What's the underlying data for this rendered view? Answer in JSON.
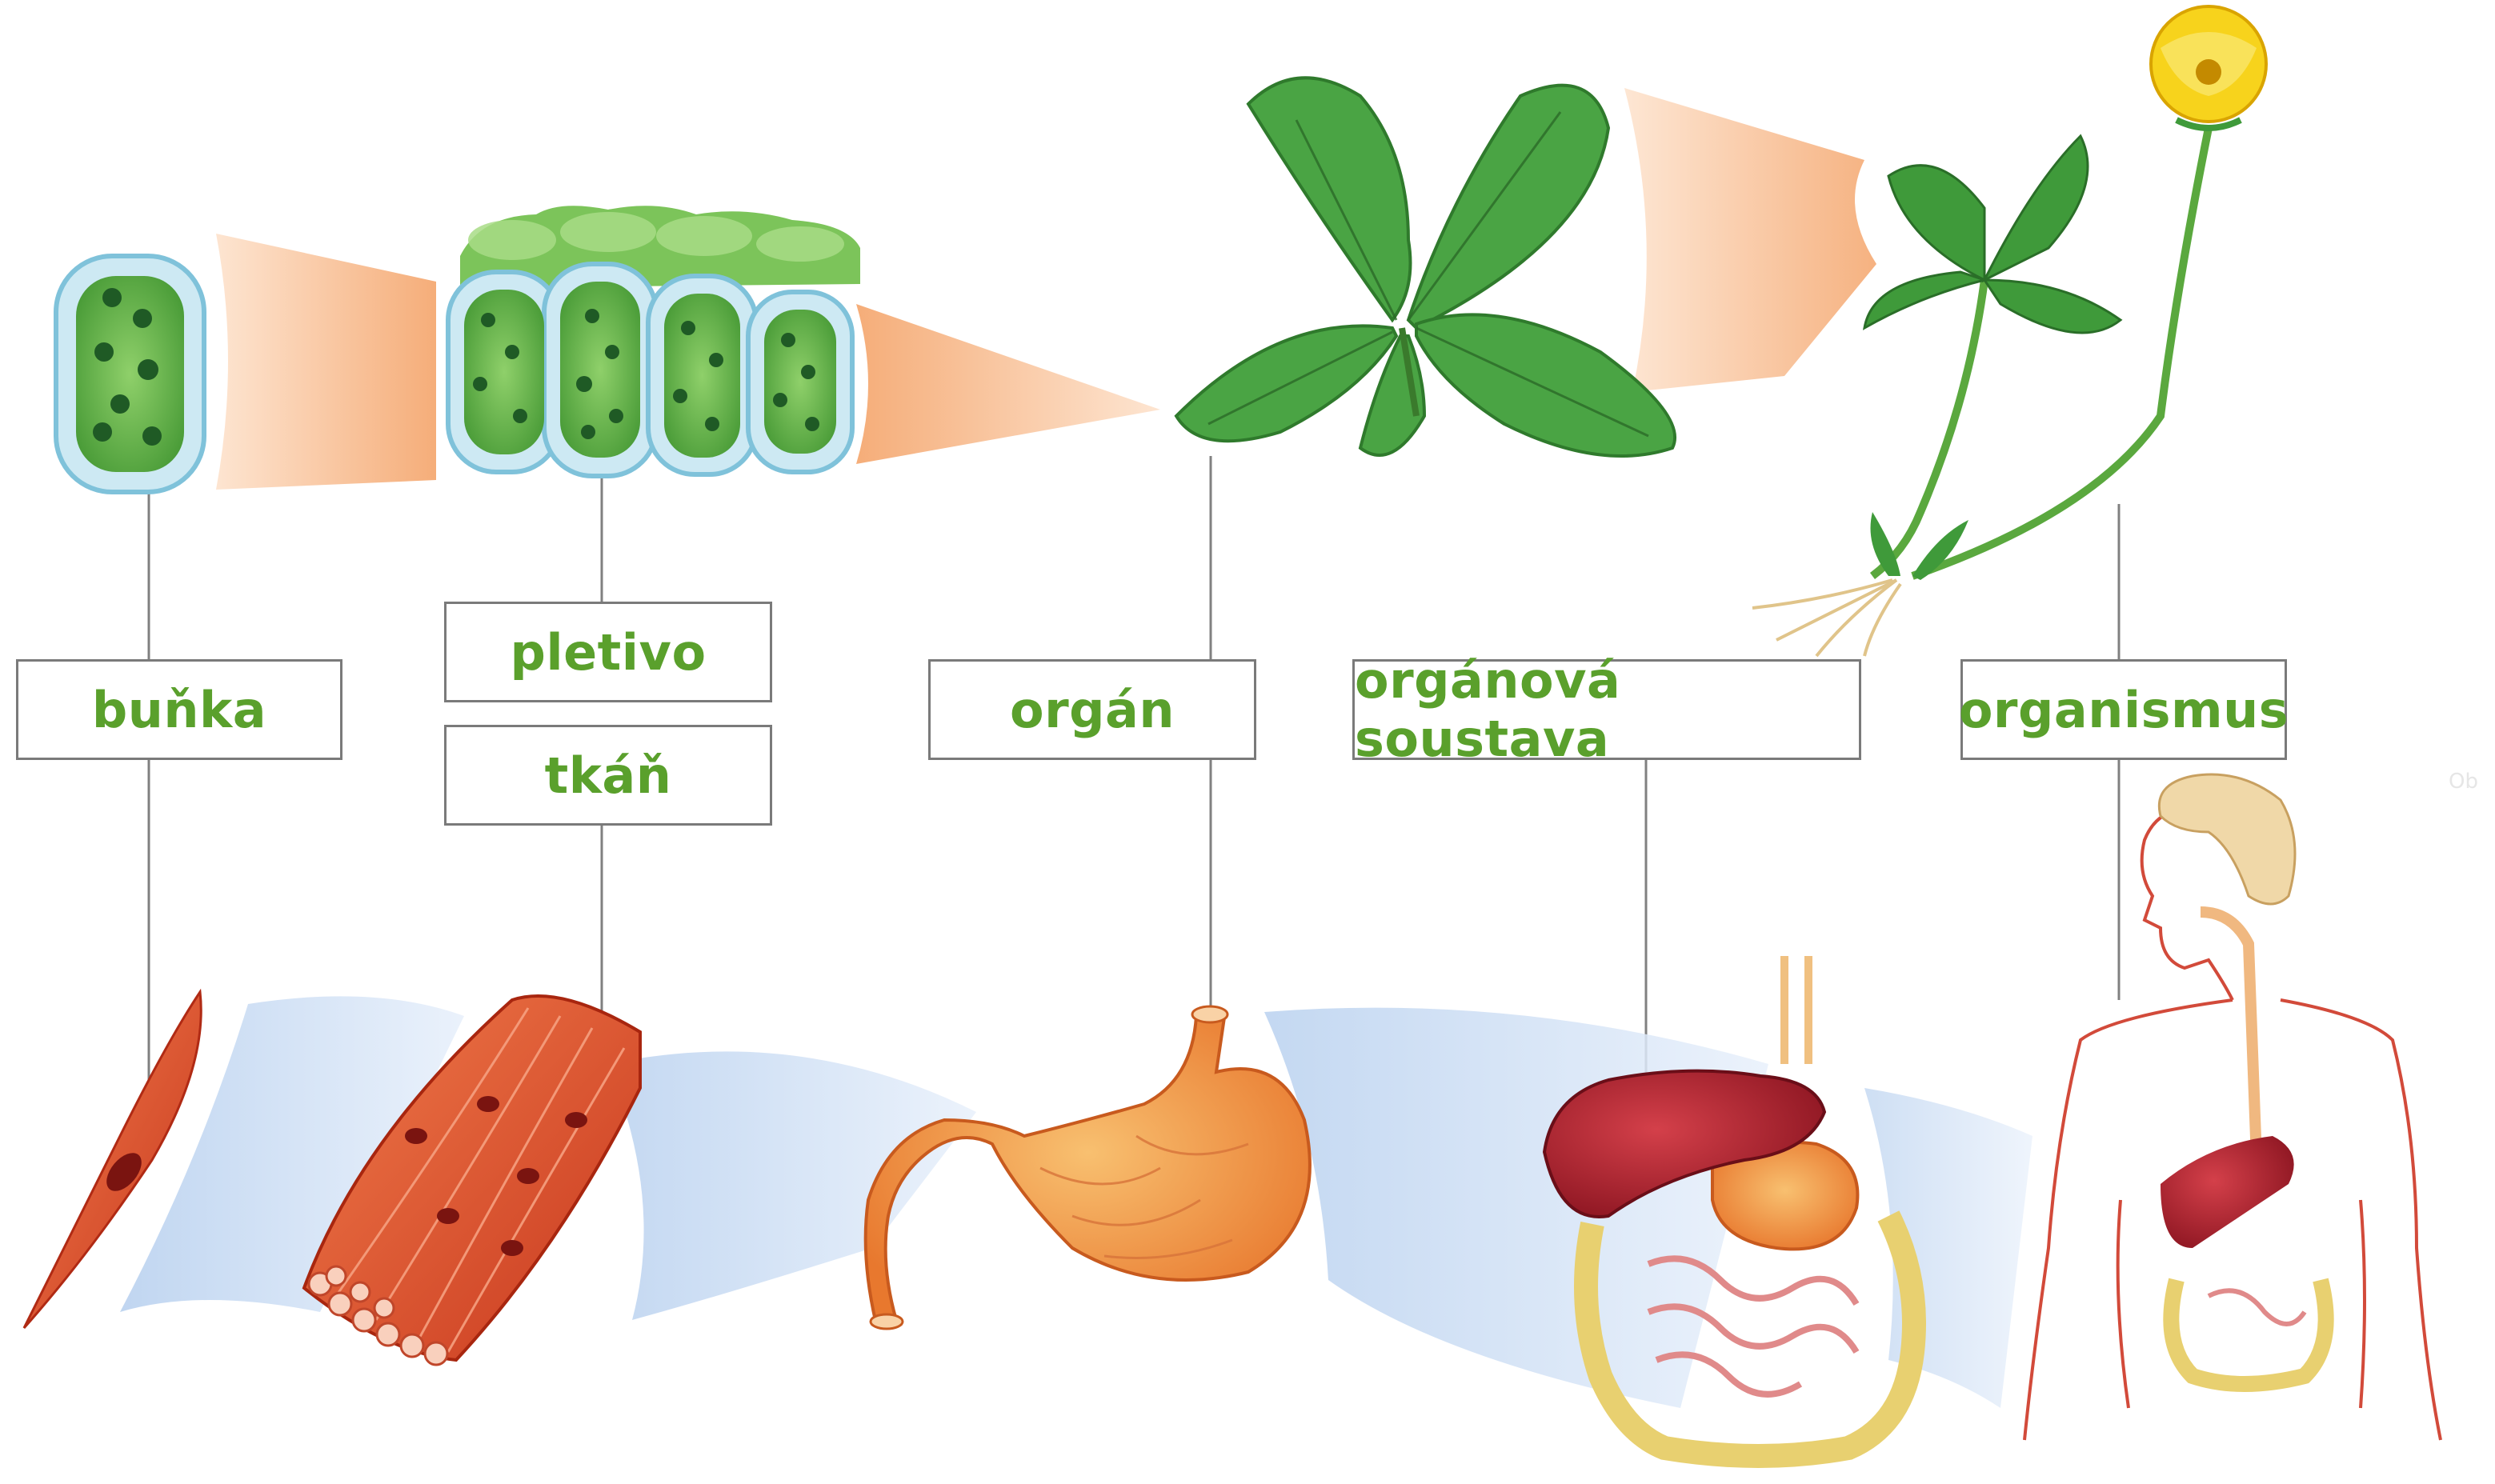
{
  "labels": {
    "bunka": "buňka",
    "pletivo": "pletivo",
    "tkan": "tkáň",
    "organ": "orgán",
    "organova_soustava": "orgánová soustava",
    "organismus": "organismus"
  },
  "faint_text": "Ob",
  "colors": {
    "label_text": "#5aa02c",
    "connector": "#808080",
    "plant_arrow": "#f6b27e",
    "animal_arrow": "#c9dcf2",
    "leaf": "#3f9a3a",
    "cell_wall": "#bfe3ee",
    "cell_fill": "#68b84a",
    "muscle": "#e0502a",
    "stomach": "#f2a24a",
    "liver": "#b3202a",
    "flower": "#f7d31c"
  },
  "icons": [
    "plant-cell-icon",
    "plant-tissue-icon",
    "leaf-organ-icon",
    "plant-organism-icon",
    "muscle-cell-icon",
    "muscle-tissue-icon",
    "stomach-icon",
    "digestive-system-icon",
    "human-body-icon"
  ]
}
